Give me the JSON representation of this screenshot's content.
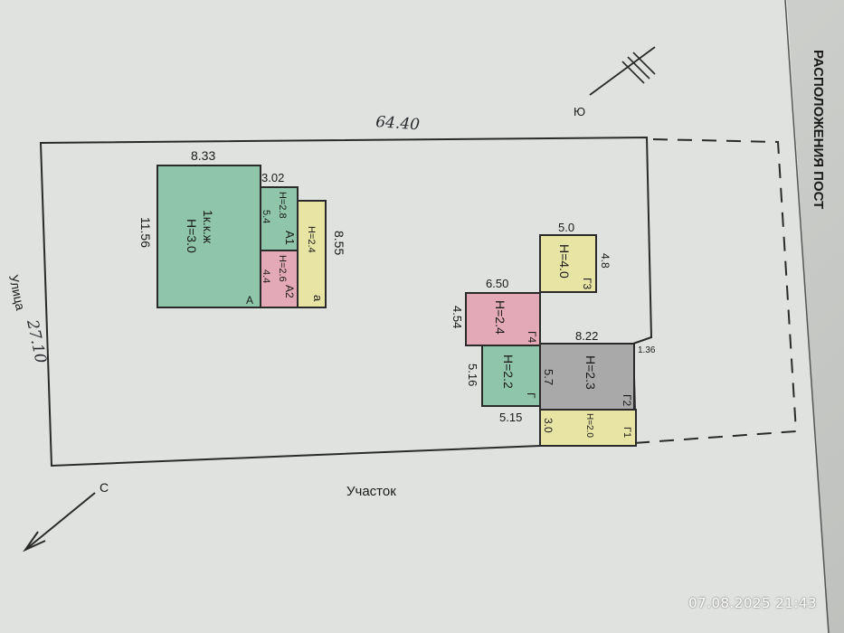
{
  "header": {
    "title_fragment": "РАСПОЛОЖЕНИЯ ПОСТ"
  },
  "plot": {
    "length_label": "64.40",
    "width_label": "27.10",
    "street_label": "Улица",
    "bottom_label": "Участок"
  },
  "compass": {
    "north": "С",
    "south": "Ю"
  },
  "main_house": {
    "label": "1к.к.ж",
    "height": "Н=3.0",
    "letter": "А",
    "width": "8.33",
    "depth": "11.56"
  },
  "ext_a1": {
    "height": "Н=2.8",
    "letter": "А1",
    "width": "3.02",
    "depth": "5.4"
  },
  "ext_a2": {
    "height": "Н=2.6",
    "letter": "А2",
    "depth": "4.4"
  },
  "ext_a": {
    "height": "Н=2.4",
    "letter": "а",
    "depth": "8.55"
  },
  "g3": {
    "height": "Н=4.0",
    "letter": "Г3",
    "width": "5.0",
    "depth": "4.8"
  },
  "g4": {
    "height": "Н=2.4",
    "letter": "Г4",
    "width": "6.50",
    "depth": "4.54"
  },
  "g_green": {
    "height": "Н=2.2",
    "letter": "Г",
    "width": "5.15",
    "depth": "5.16"
  },
  "g2": {
    "height": "Н=2.3",
    "letter": "Г2",
    "width": "8.22",
    "depth": "5.7",
    "offset": "1.36"
  },
  "g1": {
    "height": "Н=2.0",
    "letter": "Г1",
    "depth": "3.0"
  },
  "timestamp": "07.08.2025  21:43",
  "colors": {
    "green": "#8fc6a9",
    "pink": "#e3a9b6",
    "yellow": "#e8e4a4",
    "gray": "#a9a9a9",
    "ink": "#2a2a2a"
  }
}
